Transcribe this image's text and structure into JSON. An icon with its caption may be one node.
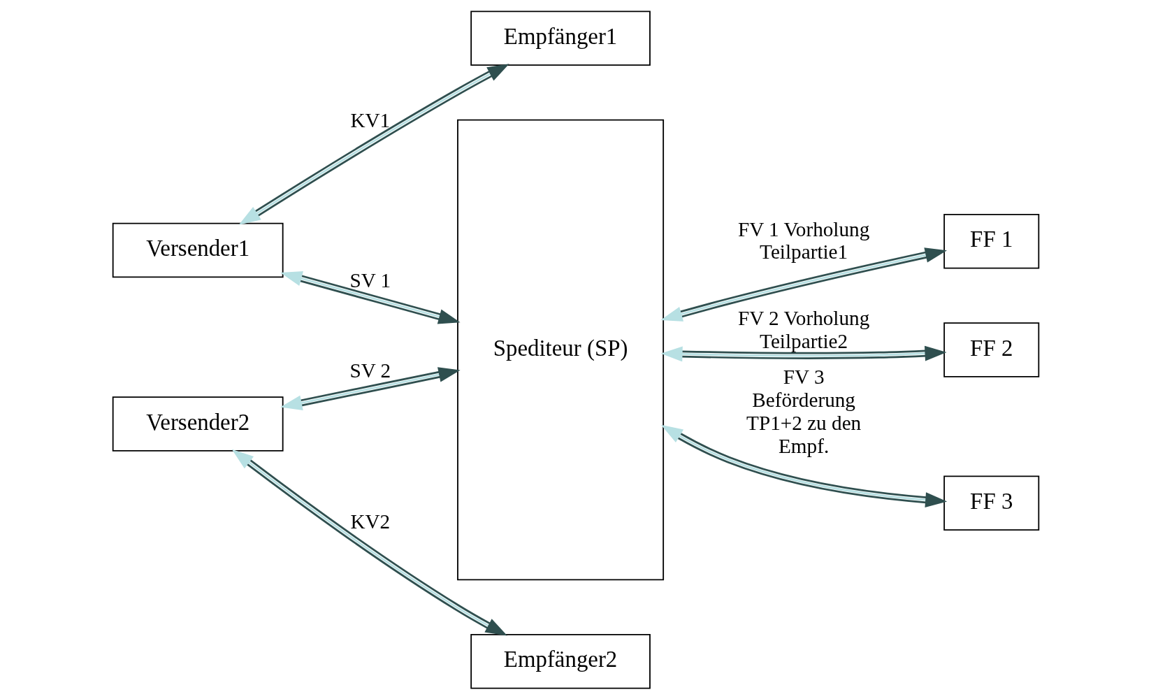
{
  "diagram": {
    "nodes": [
      {
        "text": [
          "Versender1"
        ]
      },
      {
        "text": [
          "Spediteur (SP)"
        ]
      },
      {
        "text": [
          "FF 1"
        ]
      },
      {
        "text": [
          "FF 2"
        ]
      },
      {
        "text": [
          "FF 3"
        ]
      },
      {
        "text": [
          "Empfänger1"
        ]
      },
      {
        "text": [
          "Versender2"
        ]
      },
      {
        "text": [
          "Empfänger2"
        ]
      }
    ],
    "edges": [
      {
        "from": 0,
        "to": 5,
        "arrow": "both",
        "label": "KV1"
      },
      {
        "from": 0,
        "to": 1,
        "arrow": "both",
        "label": "SV 1"
      },
      {
        "from": 1,
        "to": 2,
        "arrow": "both",
        "label": "FV 1 Vorholung Teilpartie1"
      },
      {
        "from": 1,
        "to": 3,
        "arrow": "both",
        "label": "FV 2 Vorholung Teilpartie2"
      },
      {
        "from": 1,
        "to": 4,
        "arrow": "both",
        "label": "FV 3 Beförderung TP1+2 zu den Empf."
      },
      {
        "from": 6,
        "to": 1,
        "arrow": "both",
        "label": "SV 2"
      },
      {
        "from": 6,
        "to": 7,
        "arrow": "both",
        "label": "KV2"
      }
    ]
  }
}
